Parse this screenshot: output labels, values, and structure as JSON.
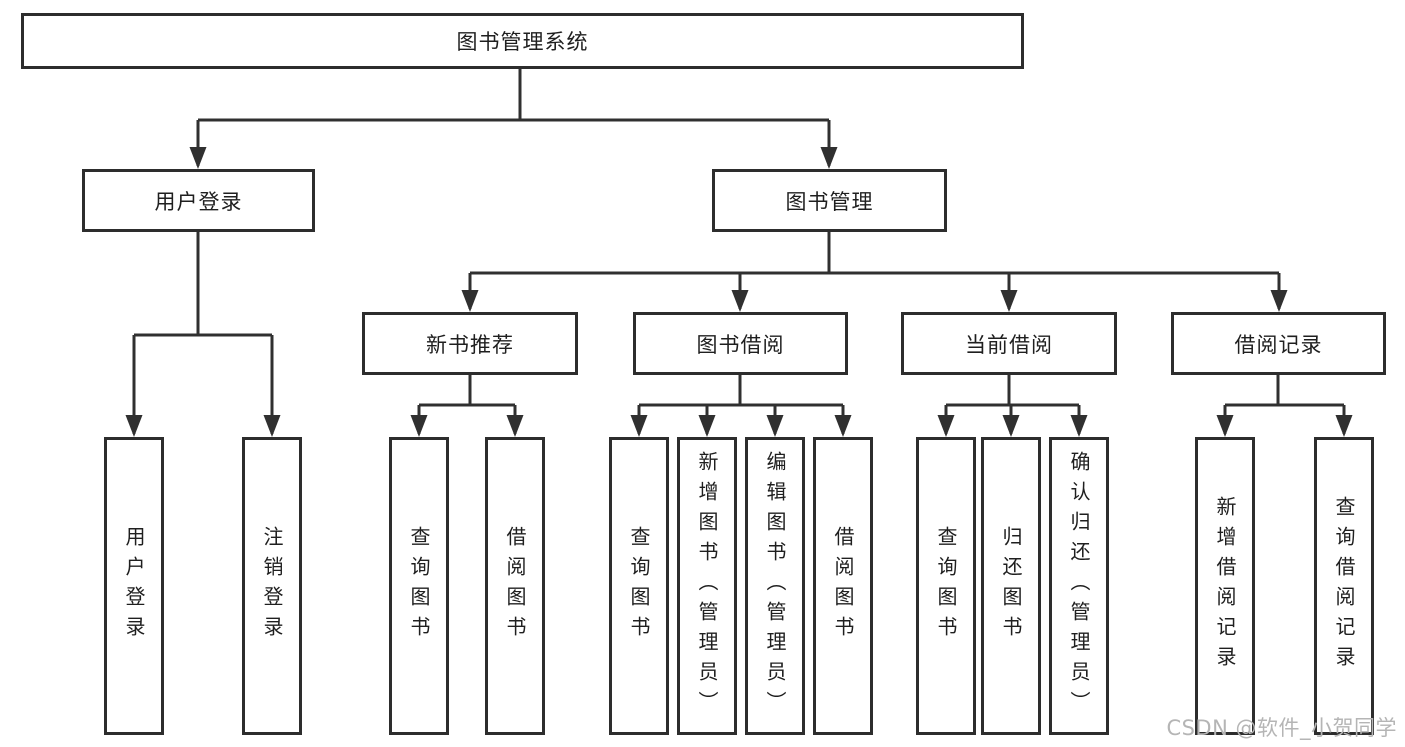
{
  "colors": {
    "line": "#303030",
    "box_border": "#2d2d2d",
    "text": "#1f1f1f",
    "watermark": "#b5b5b5",
    "background": "#ffffff"
  },
  "watermark": {
    "text": "CSDN @软件_小贺同学"
  },
  "tree": {
    "label": "图书管理系统",
    "children": [
      {
        "label": "用户登录",
        "children": [
          {
            "label": "用户登录"
          },
          {
            "label": "注销登录"
          }
        ]
      },
      {
        "label": "图书管理",
        "children": [
          {
            "label": "新书推荐",
            "children": [
              {
                "label": "查询图书"
              },
              {
                "label": "借阅图书"
              }
            ]
          },
          {
            "label": "图书借阅",
            "children": [
              {
                "label": "查询图书"
              },
              {
                "label": "新增图书（管理员）"
              },
              {
                "label": "编辑图书（管理员）"
              },
              {
                "label": "借阅图书"
              }
            ]
          },
          {
            "label": "当前借阅",
            "children": [
              {
                "label": "查询图书"
              },
              {
                "label": "归还图书"
              },
              {
                "label": "确认归还（管理员）"
              }
            ]
          },
          {
            "label": "借阅记录",
            "children": [
              {
                "label": "新增借阅记录"
              },
              {
                "label": "查询借阅记录"
              }
            ]
          }
        ]
      }
    ]
  }
}
